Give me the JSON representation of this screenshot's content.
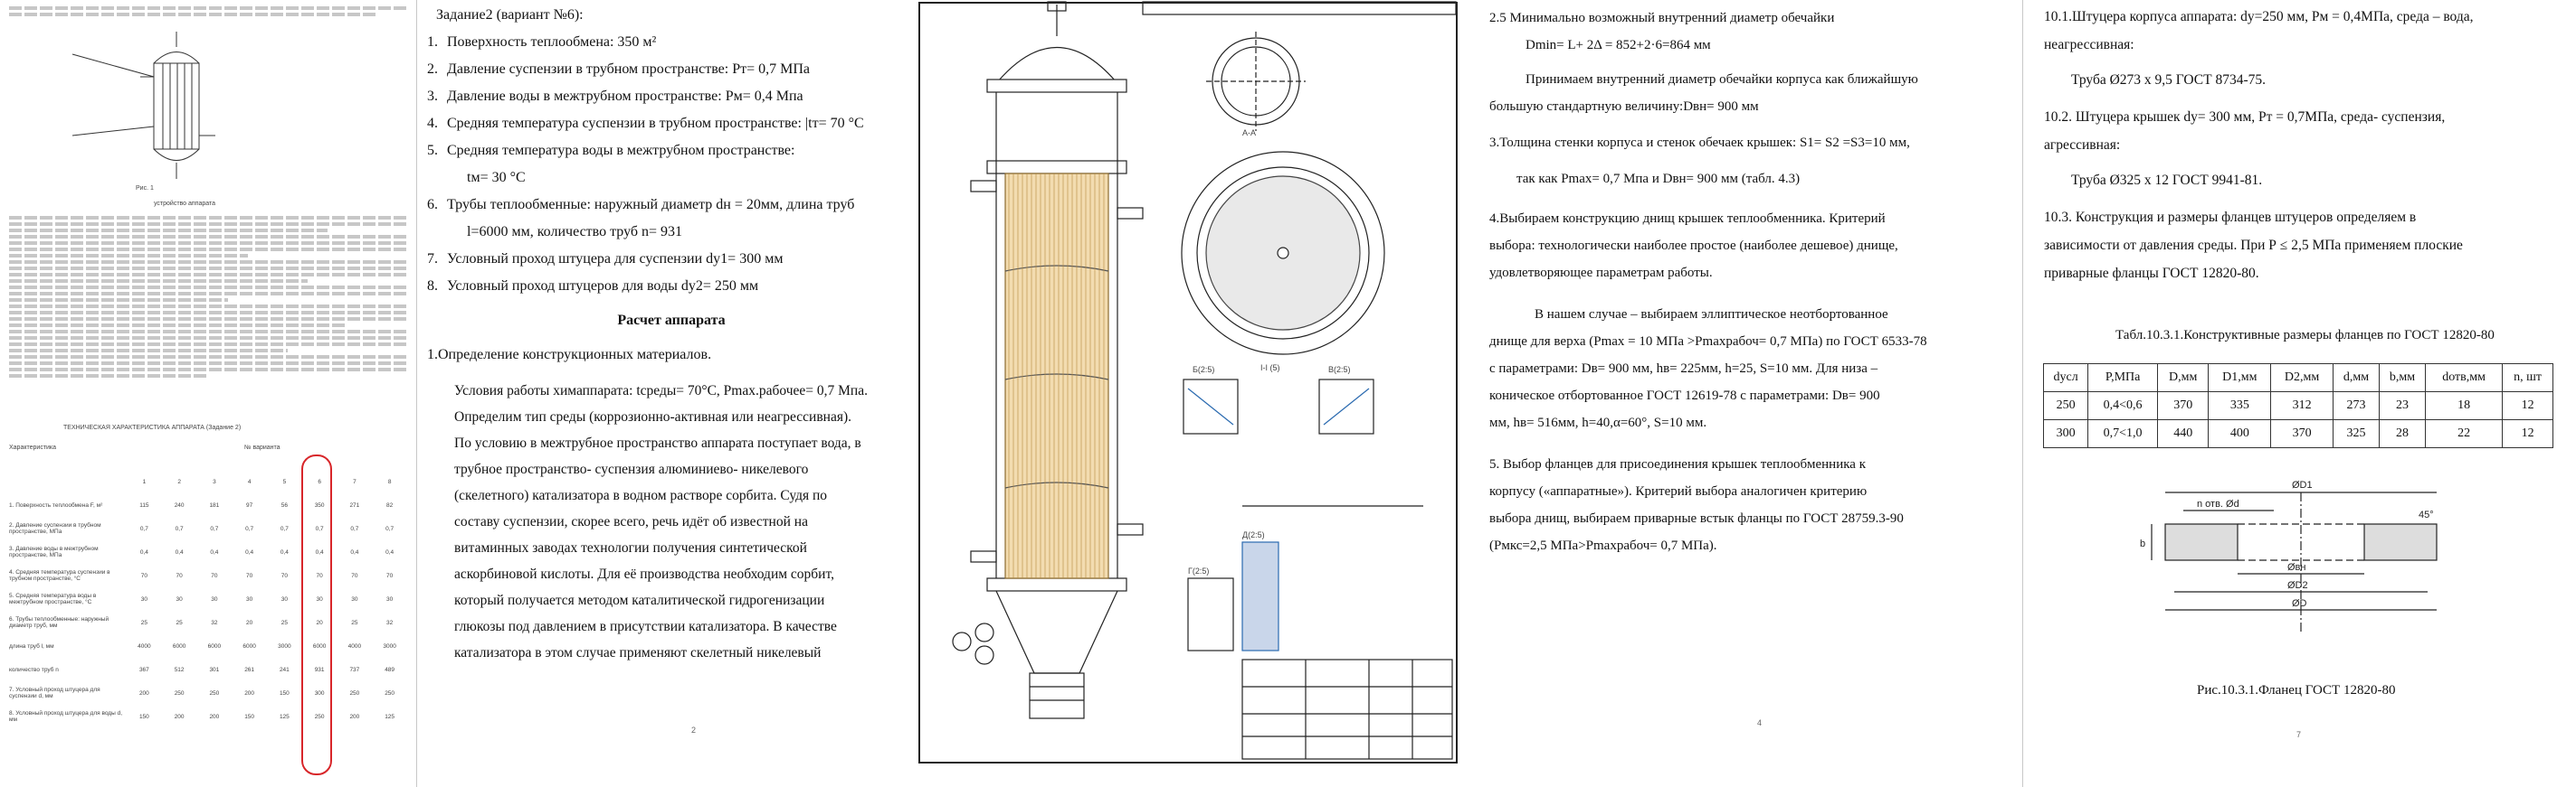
{
  "page1": {
    "figure_caption": "Рис. 1",
    "drawing_caption": "устройство аппарата",
    "table_title": "ТЕХНИЧЕСКАЯ ХАРАКТЕРИСТИКА АППАРАТА (Задание 2)",
    "table_header": {
      "name": "Характеристика",
      "variant": "№ варианта"
    },
    "variant_numbers": [
      "1",
      "2",
      "3",
      "4",
      "5",
      "6",
      "7",
      "8"
    ],
    "rows": [
      {
        "name": "1. Поверхность теплообмена F, м²",
        "values": [
          "115",
          "240",
          "181",
          "97",
          "56",
          "350",
          "271",
          "82"
        ]
      },
      {
        "name": "2. Давление суспензии в трубном пространстве, МПа",
        "values": [
          "0,7",
          "0,7",
          "0,7",
          "0,7",
          "0,7",
          "0,7",
          "0,7",
          "0,7"
        ]
      },
      {
        "name": "3. Давление воды в межтрубном пространстве, МПа",
        "values": [
          "0,4",
          "0,4",
          "0,4",
          "0,4",
          "0,4",
          "0,4",
          "0,4",
          "0,4"
        ]
      },
      {
        "name": "4. Средняя температура суспензии в трубном пространстве, °С",
        "values": [
          "70",
          "70",
          "70",
          "70",
          "70",
          "70",
          "70",
          "70"
        ]
      },
      {
        "name": "5. Средняя температура воды в межтрубном пространстве, °С",
        "values": [
          "30",
          "30",
          "30",
          "30",
          "30",
          "30",
          "30",
          "30"
        ]
      },
      {
        "name": "6. Трубы теплообменные: наружный диаметр труб, мм",
        "values": [
          "25",
          "25",
          "32",
          "20",
          "25",
          "20",
          "25",
          "32"
        ]
      },
      {
        "name": "длина труб l, мм",
        "values": [
          "4000",
          "6000",
          "6000",
          "6000",
          "3000",
          "6000",
          "4000",
          "3000"
        ]
      },
      {
        "name": "количество труб n",
        "values": [
          "367",
          "512",
          "301",
          "261",
          "241",
          "931",
          "737",
          "489"
        ]
      },
      {
        "name": "7. Условный проход штуцера для суспензии d, мм",
        "values": [
          "200",
          "250",
          "250",
          "200",
          "150",
          "300",
          "250",
          "250"
        ]
      },
      {
        "name": "8. Условный проход штуцера для воды d, мм",
        "values": [
          "150",
          "200",
          "200",
          "150",
          "125",
          "250",
          "200",
          "125"
        ]
      }
    ]
  },
  "page2": {
    "title": "Задание2 (вариант №6):",
    "items": [
      {
        "n": "1.",
        "text": "Поверхность теплообмена: 350 м²"
      },
      {
        "n": "2.",
        "text": "Давление суспензии в трубном пространстве:  Рт= 0,7 МПа"
      },
      {
        "n": "3.",
        "text": "Давление воды в межтрубном пространстве:  Рм= 0,4 Мпа"
      },
      {
        "n": "4.",
        "text": "Средняя температура суспензии в трубном пространстве:  |tт= 70 °С"
      },
      {
        "n": "5.",
        "text": "Средняя температура воды в межтрубном пространстве:"
      },
      {
        "n": "",
        "text": "tм= 30 °С"
      },
      {
        "n": "6.",
        "text": "Трубы теплообменные: наружный диаметр dн = 20мм, длина труб"
      },
      {
        "n": "",
        "text": "l=6000 мм, количество труб n= 931"
      },
      {
        "n": "7.",
        "text": "Условный проход штуцера для суспензии dy1= 300 мм"
      },
      {
        "n": "8.",
        "text": "Условный проход штуцеров для воды dy2= 250 мм"
      }
    ],
    "section_heading": "Расчет аппарата",
    "subsection": "1.Определение конструкционных материалов.",
    "paragraph": [
      "Условия работы химаппарата: tсреды= 70°С, Рmax.рабочее= 0,7 Мпа.",
      "Определим тип среды (коррозионно-активная или неагрессивная).",
      "По условию в межтрубное пространство аппарата поступает вода, в",
      "трубное пространство- суспензия алюминиево- никелевого",
      "(скелетного) катализатора в водном растворе сорбита. Судя по",
      "составу суспензии, скорее всего, речь идёт об известной на",
      "витаминных заводах технологии получения синтетической",
      "аскорбиновой кислоты. Для её производства необходим сорбит,",
      "который получается методом каталитической гидрогенизации",
      "глюкозы под давлением в присутствии катализатора. В качестве",
      "катализатора в этом случае применяют скелетный никелевый"
    ],
    "page_number": "2"
  },
  "page3": {
    "label_top": "А-А",
    "label_view": "I-I (5)",
    "label_b1": "Б(2:5)",
    "label_b2": "В(2:5)",
    "label_d1": "Г(2:5)",
    "label_d2": "Д(2:5)"
  },
  "page4": {
    "lines": [
      "2.5 Минимально возможный внутренний диаметр обечайки",
      "Dmin= L+ 2Δ = 852+2·6=864 мм",
      "Принимаем внутренний диаметр обечайки корпуса как ближайшую",
      "большую стандартную величину:Dвн= 900 мм",
      "3.Толщина стенки корпуса и стенок обечаек крышек: S1= S2 =S3=10 мм,",
      "так как  Рmax= 0,7 Мпа и Dвн= 900 мм (табл. 4.3)",
      "4.Выбираем конструкцию днищ крышек теплообменника. Критерий",
      "выбора: технологически наиболее простое (наиболее дешевое) днище,",
      "удовлетворяющее параметрам работы.",
      "В нашем случае – выбираем эллиптическое неотбортованное",
      "днище для верха (Рmax = 10 МПа >Рmaxрабоч= 0,7 МПа) по ГОСТ 6533-78",
      "с параметрами: Dв= 900 мм, hв= 225мм, h=25, S=10 мм. Для низа –",
      "коническое отбортованное ГОСТ 12619-78 с параметрами: Dв= 900",
      "мм, hв= 516мм, h=40,α=60°, S=10 мм.",
      "5. Выбор фланцев для присоединения крышек теплообменника к",
      "корпусу («аппаратные»).  Критерий выбора аналогичен критерию",
      "выбора днищ, выбираем приварные встык фланцы по ГОСТ 28759.3-90",
      "(Рмкс=2,5 МПа>Рmaxрабоч= 0,7 МПа)."
    ],
    "page_number": "4"
  },
  "page5": {
    "lines": [
      "10.1.Штуцера корпуса аппарата: dy=250 мм, Рм = 0,4МПа, среда – вода,",
      "неагрессивная:",
      "Труба Ø273 х 9,5 ГОСТ 8734-75.",
      "10.2. Штуцера крышек dy= 300 мм, Рт = 0,7МПа, среда- суспензия,",
      "агрессивная:",
      "Труба Ø325 х 12 ГОСТ 9941-81.",
      "10.3. Конструкция и размеры фланцев штуцеров определяем в",
      "зависимости от давления среды. При Р ≤ 2,5 МПа применяем плоские",
      "приварные фланцы ГОСТ 12820-80."
    ],
    "table_caption": "Табл.10.3.1.Конструктивные размеры фланцев по ГОСТ 12820-80",
    "table_headers": [
      "dусл",
      "P,МПа",
      "D,мм",
      "D1,мм",
      "D2,мм",
      "d,мм",
      "b,мм",
      "dотв,мм",
      "n, шт"
    ],
    "table_rows": [
      [
        "250",
        "0,4<0,6",
        "370",
        "335",
        "312",
        "273",
        "23",
        "18",
        "12"
      ],
      [
        "300",
        "0,7<1,0",
        "440",
        "400",
        "370",
        "325",
        "28",
        "22",
        "12"
      ]
    ],
    "fig_labels": {
      "d1": "ØD1",
      "n_holes": "n отв. Ød",
      "angle": "45°",
      "db": "Øвн",
      "d2": "ØD2",
      "d": "ØD",
      "b": "b"
    },
    "figure_caption": "Рис.10.3.1.Фланец ГОСТ 12820-80",
    "page_number": "7"
  }
}
